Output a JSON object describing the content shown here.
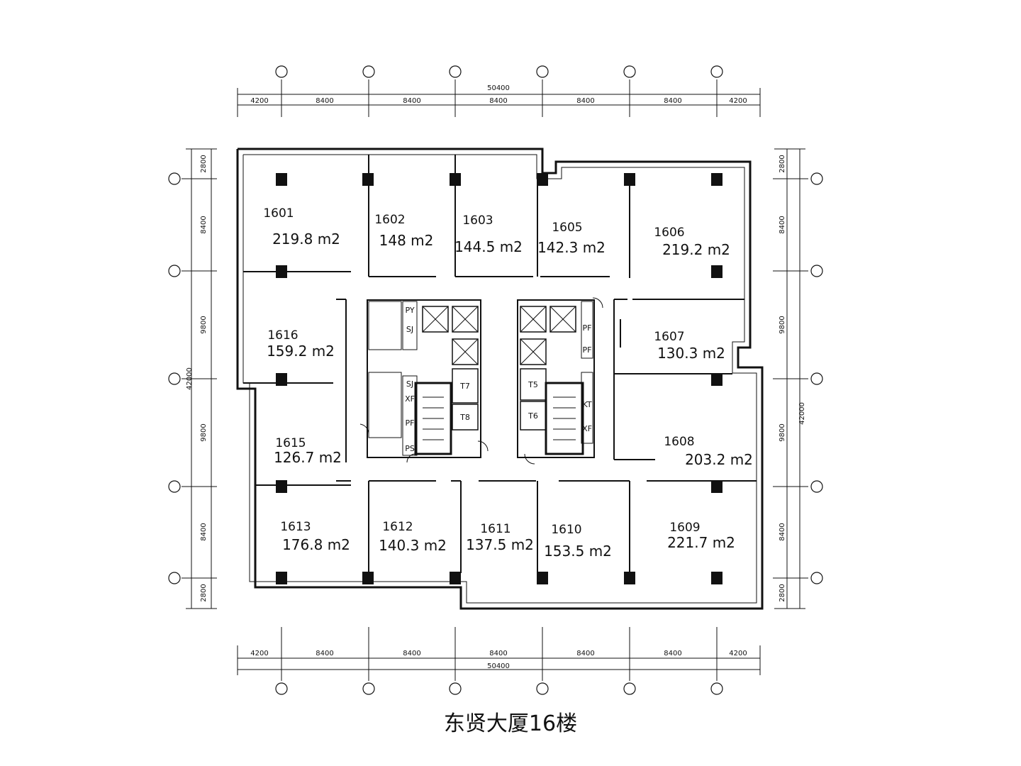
{
  "title": "东贤大厦16楼",
  "dimensions": {
    "total_width": "50400",
    "total_height": "42000",
    "horizontal_segments": [
      "4200",
      "8400",
      "8400",
      "8400",
      "8400",
      "8400",
      "4200"
    ],
    "vertical_segments": [
      "2800",
      "8400",
      "9800",
      "9800",
      "8400",
      "2800"
    ]
  },
  "units": [
    {
      "id": "1601",
      "area": "219.8 m2"
    },
    {
      "id": "1602",
      "area": "148 m2"
    },
    {
      "id": "1603",
      "area": "144.5 m2"
    },
    {
      "id": "1605",
      "area": "142.3 m2"
    },
    {
      "id": "1606",
      "area": "219.2 m2"
    },
    {
      "id": "1607",
      "area": "130.3 m2"
    },
    {
      "id": "1608",
      "area": "203.2 m2"
    },
    {
      "id": "1609",
      "area": "221.7 m2"
    },
    {
      "id": "1610",
      "area": "153.5 m2"
    },
    {
      "id": "1611",
      "area": "137.5 m2"
    },
    {
      "id": "1612",
      "area": "140.3 m2"
    },
    {
      "id": "1613",
      "area": "176.8 m2"
    },
    {
      "id": "1615",
      "area": "126.7 m2"
    },
    {
      "id": "1616",
      "area": "159.2 m2"
    }
  ],
  "core_labels": {
    "shaft_py": "PY",
    "shaft_sj": "SJ",
    "shaft_pf": "PF",
    "shaft_sj2": "SJ",
    "shaft_xf": "XF",
    "shaft_pf2": "PF",
    "shaft_ps": "PS",
    "shaft_pf3": "PF",
    "shaft_kt": "KT",
    "shaft_xf2": "XF",
    "elevator_t7": "T7",
    "elevator_t8": "T8",
    "elevator_t5": "T5",
    "elevator_t6": "T6"
  }
}
